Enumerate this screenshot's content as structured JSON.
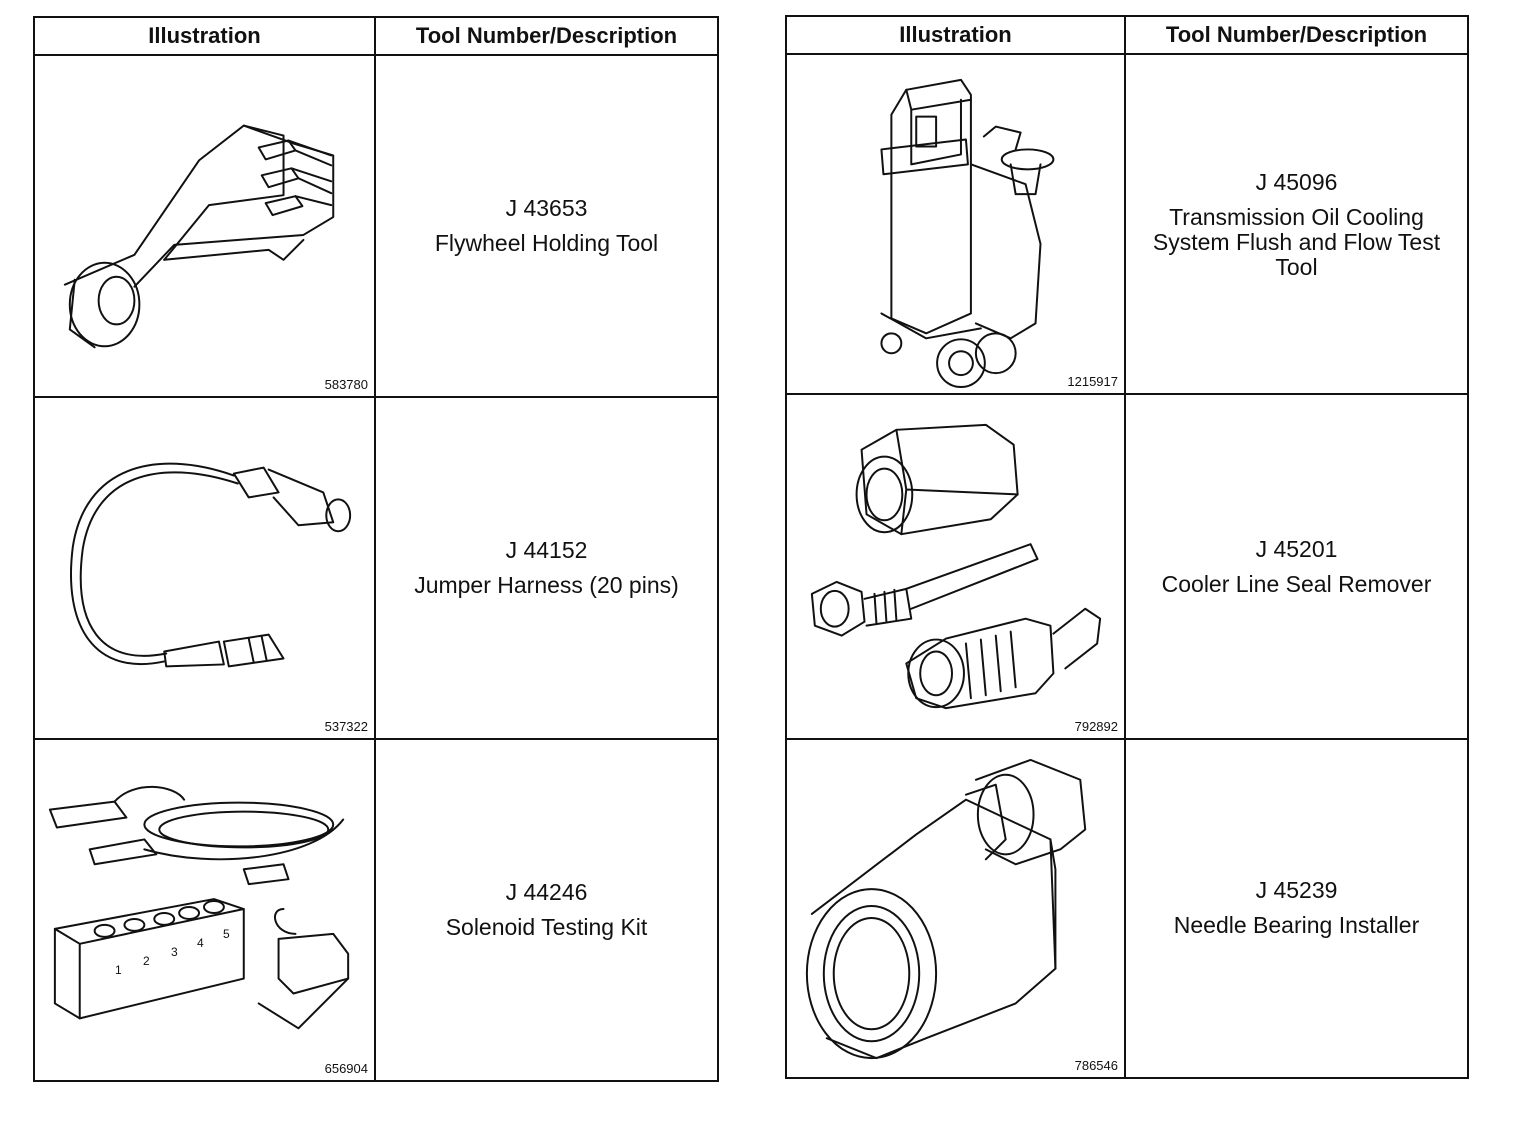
{
  "tables": [
    {
      "header": {
        "illustration": "Illustration",
        "description": "Tool Number/Description"
      },
      "rows": [
        {
          "tool_number": "J 43653",
          "description": "Flywheel Holding Tool",
          "figure_code": "583780"
        },
        {
          "tool_number": "J 44152",
          "description": "Jumper Harness (20 pins)",
          "figure_code": "537322"
        },
        {
          "tool_number": "J 44246",
          "description": "Solenoid Testing Kit",
          "figure_code": "656904",
          "kit_labels": [
            "1",
            "2",
            "3",
            "4",
            "5"
          ]
        }
      ]
    },
    {
      "header": {
        "illustration": "Illustration",
        "description": "Tool Number/Description"
      },
      "rows": [
        {
          "tool_number": "J 45096",
          "description": "Transmission Oil Cooling System Flush and Flow Test Tool",
          "figure_code": "1215917"
        },
        {
          "tool_number": "J 45201",
          "description": "Cooler Line Seal Remover",
          "figure_code": "792892"
        },
        {
          "tool_number": "J 45239",
          "description": "Needle Bearing Installer",
          "figure_code": "786546"
        }
      ]
    }
  ]
}
